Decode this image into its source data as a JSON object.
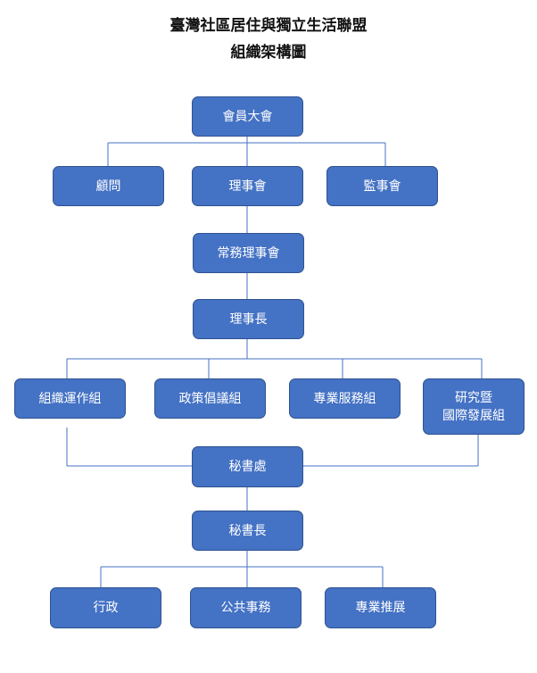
{
  "title_line1": "臺灣社區居住與獨立生活聯盟",
  "title_line2": "組織架構圖",
  "nodes": {
    "general_assembly": "會員大會",
    "advisor": "顧問",
    "board": "理事會",
    "supervisors": "監事會",
    "standing_board": "常務理事會",
    "chairperson": "理事長",
    "org_operations": "組織運作組",
    "policy_advocacy": "政策倡議組",
    "professional_services": "專業服務組",
    "research_intl_line1": "研究暨",
    "research_intl_line2": "國際發展組",
    "secretariat": "秘書處",
    "secretary_general": "秘書長",
    "administration": "行政",
    "public_affairs": "公共事務",
    "professional_promotion": "專業推展"
  }
}
